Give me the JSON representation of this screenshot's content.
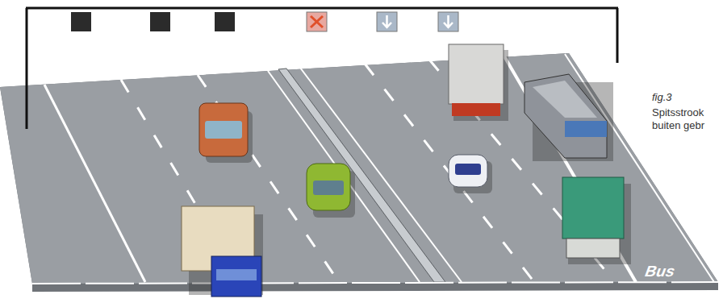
{
  "diagram": {
    "caption": "Spitsstrook buiten gebr",
    "labels": [
      "fig.3",
      "Bus"
    ]
  }
}
